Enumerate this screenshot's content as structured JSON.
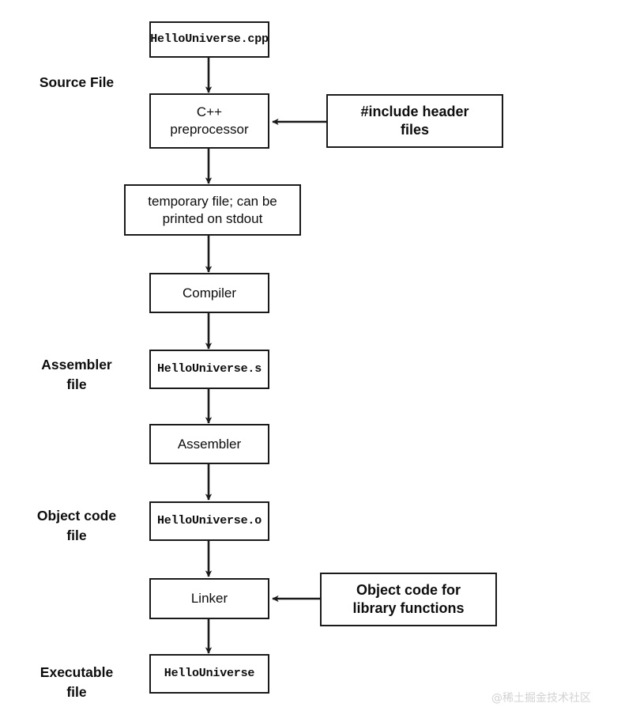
{
  "diagram": {
    "title": "C++ compilation pipeline",
    "stroke_color": "#1a1a1a",
    "background_color": "#ffffff",
    "watermark": "@稀土掘金技术社区",
    "margin_labels": [
      {
        "id": "source-file",
        "text": "Source File"
      },
      {
        "id": "assembler-file",
        "text": "Assembler\nfile"
      },
      {
        "id": "object-code-file",
        "text": "Object code\nfile"
      },
      {
        "id": "executable-file",
        "text": "Executable\nfile"
      }
    ],
    "nodes": [
      {
        "id": "hellouniverse-cpp",
        "text": "HelloUniverse.cpp",
        "kind": "file"
      },
      {
        "id": "cpp-preprocessor",
        "text": "C++\npreprocessor",
        "kind": "process"
      },
      {
        "id": "include-header-files",
        "text": "#include header\nfiles",
        "kind": "note"
      },
      {
        "id": "temporary-file",
        "text": "temporary file; can be\nprinted on stdout",
        "kind": "process"
      },
      {
        "id": "compiler",
        "text": "Compiler",
        "kind": "process"
      },
      {
        "id": "hellouniverse-s",
        "text": "HelloUniverse.s",
        "kind": "file"
      },
      {
        "id": "assembler",
        "text": "Assembler",
        "kind": "process"
      },
      {
        "id": "hellouniverse-o",
        "text": "HelloUniverse.o",
        "kind": "file"
      },
      {
        "id": "linker",
        "text": "Linker",
        "kind": "process"
      },
      {
        "id": "object-code-library",
        "text": "Object code for\nlibrary functions",
        "kind": "note"
      },
      {
        "id": "hellouniverse",
        "text": "HelloUniverse",
        "kind": "file"
      }
    ],
    "edges": [
      {
        "from": "hellouniverse-cpp",
        "to": "cpp-preprocessor",
        "direction": "down"
      },
      {
        "from": "include-header-files",
        "to": "cpp-preprocessor",
        "direction": "left"
      },
      {
        "from": "cpp-preprocessor",
        "to": "temporary-file",
        "direction": "down"
      },
      {
        "from": "temporary-file",
        "to": "compiler",
        "direction": "down"
      },
      {
        "from": "compiler",
        "to": "hellouniverse-s",
        "direction": "down"
      },
      {
        "from": "hellouniverse-s",
        "to": "assembler",
        "direction": "down"
      },
      {
        "from": "assembler",
        "to": "hellouniverse-o",
        "direction": "down"
      },
      {
        "from": "hellouniverse-o",
        "to": "linker",
        "direction": "down"
      },
      {
        "from": "object-code-library",
        "to": "linker",
        "direction": "left"
      },
      {
        "from": "linker",
        "to": "hellouniverse",
        "direction": "down"
      }
    ]
  }
}
